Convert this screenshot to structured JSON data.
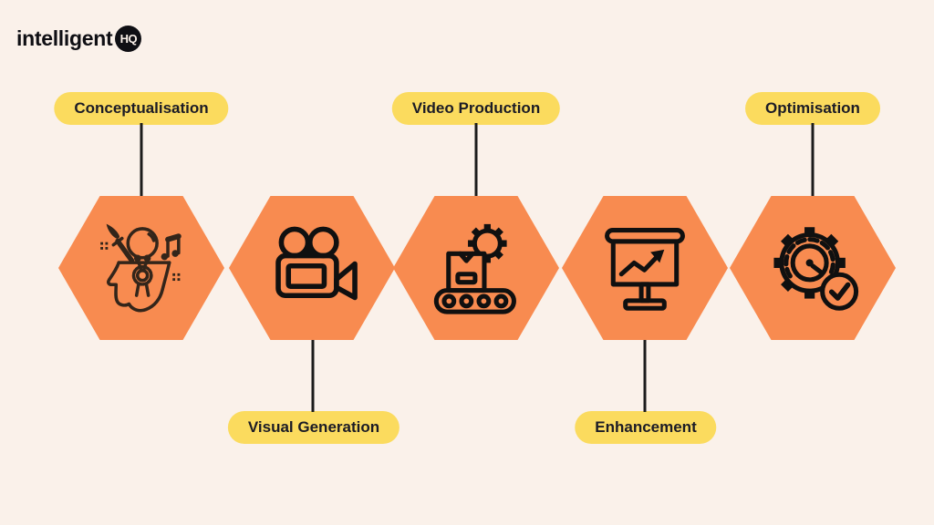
{
  "logo": {
    "brand": "intelligent",
    "badge": "HQ"
  },
  "colors": {
    "background": "#faf1ea",
    "hexagon": "#f88b50",
    "pill": "#fbdb5e",
    "pill-text": "#1b1b26",
    "connector": "#1c1c1c",
    "icon-stroke": "#101010",
    "icon-stroke-alt": "#33251a",
    "logo-ink": "#0f0f14",
    "logo-badge-text": "#faf1ea"
  },
  "steps": [
    {
      "label": "Conceptualisation",
      "icon": "creative-mind-icon",
      "label_position": "top"
    },
    {
      "label": "Visual Generation",
      "icon": "film-camera-icon",
      "label_position": "bottom"
    },
    {
      "label": "Video Production",
      "icon": "conveyor-production-icon",
      "label_position": "top"
    },
    {
      "label": "Enhancement",
      "icon": "presentation-chart-icon",
      "label_position": "bottom"
    },
    {
      "label": "Optimisation",
      "icon": "gear-gauge-icon",
      "label_position": "top"
    }
  ]
}
